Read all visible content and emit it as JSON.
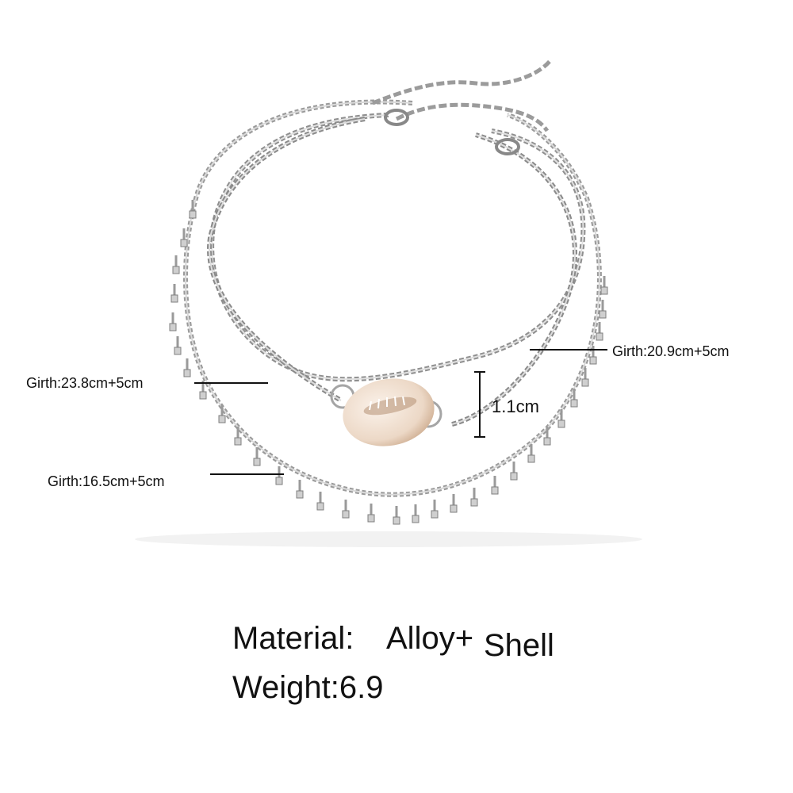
{
  "product": {
    "name": "layered anklet with cowrie shell",
    "colors": {
      "metal": "#b9b9b9",
      "metal_dark": "#6f6f6f",
      "shell": "#f1e2d4",
      "shell_shadow": "#caa98d"
    }
  },
  "dimensions": {
    "girth_middle": "Girth:20.9cm+5cm",
    "girth_outer": "Girth:23.8cm+5cm",
    "girth_inner": "Girth:16.5cm+5cm",
    "shell_size": "1.1cm"
  },
  "specs": {
    "material_label": "Material:",
    "material_value_1": "Alloy+",
    "material_value_2": "Shell",
    "weight": "Weight:6.9"
  }
}
